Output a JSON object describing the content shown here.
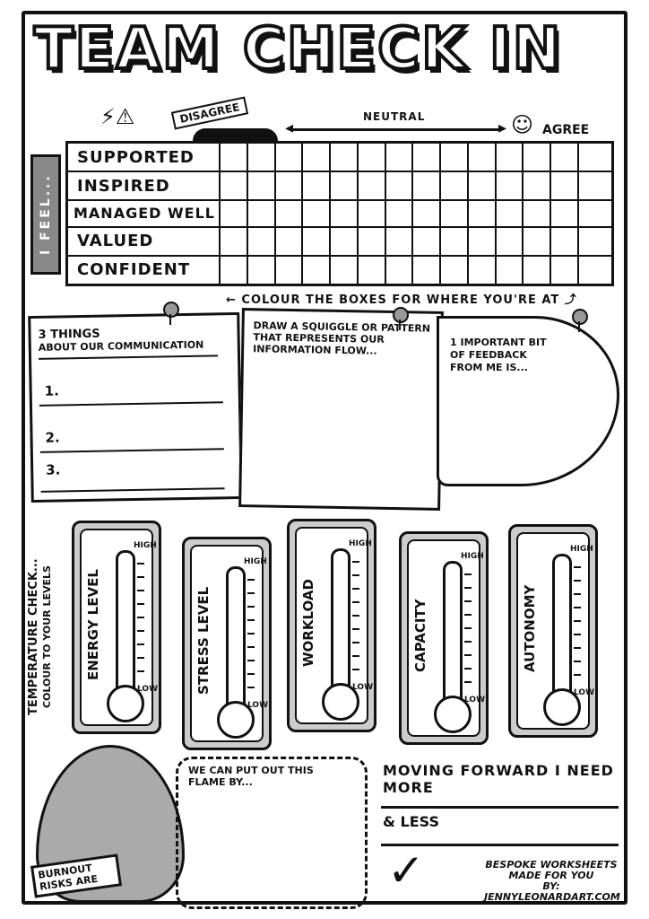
{
  "title": "TEAM CHECK IN",
  "scale": {
    "disagree": "DISAGREE",
    "neutral": "NEUTRAL",
    "agree": "AGREE"
  },
  "side_label": "I FEEL...",
  "feelings": [
    "SUPPORTED",
    "INSPIRED",
    "MANAGED WELL",
    "VALUED",
    "CONFIDENT"
  ],
  "grid_columns": 14,
  "grid_instruction": "COLOUR THE BOXES FOR WHERE YOU'RE AT",
  "notes": {
    "communication": {
      "title_line1": "3 THINGS",
      "title_line2": "ABOUT OUR COMMUNICATION",
      "items": [
        "1.",
        "2.",
        "3."
      ]
    },
    "squiggle": {
      "text": "DRAW A SQUIGGLE OR PATTERN THAT REPRESENTS OUR INFORMATION FLOW..."
    },
    "feedback": {
      "text": "1 IMPORTANT BIT OF FEEDBACK FROM ME IS..."
    }
  },
  "temperature": {
    "label": "TEMPERATURE CHECK...",
    "sublabel": "COLOUR TO YOUR LEVELS",
    "high": "HIGH",
    "low": "LOW",
    "thermometers": [
      "ENERGY LEVEL",
      "STRESS LEVEL",
      "WORKLOAD",
      "CAPACITY",
      "AUTONOMY"
    ]
  },
  "burnout": {
    "label": "BURNOUT RISKS ARE",
    "flame_prompt": "WE CAN PUT OUT THIS FLAME BY..."
  },
  "moving_forward": {
    "more": "MOVING FORWARD I NEED MORE",
    "less": "& LESS"
  },
  "footer": {
    "line1": "BESPOKE WORKSHEETS",
    "line2": "MADE FOR YOU",
    "line3": "BY: JENNYLEONARDART.COM"
  }
}
